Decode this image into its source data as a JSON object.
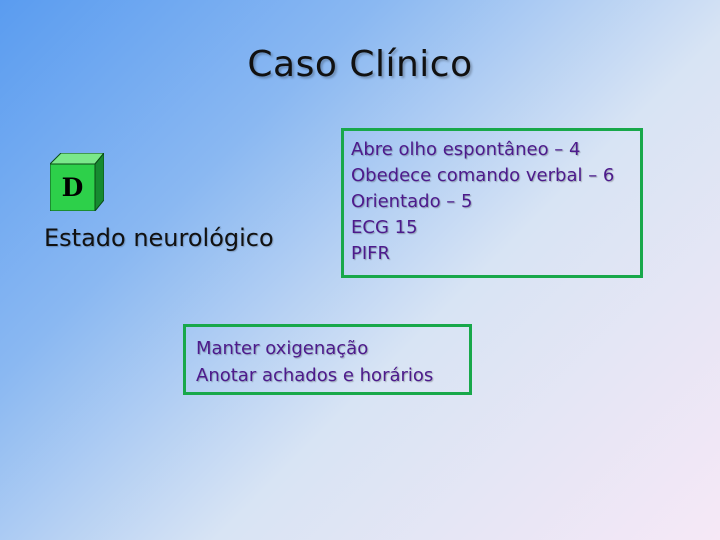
{
  "slide": {
    "title": "Caso Clínico",
    "cube_letter": "D",
    "subtitle": "Estado neurológico",
    "assessment_lines": [
      "Abre olho espontâneo – 4",
      "Obedece comando verbal – 6",
      "Orientado – 5",
      "ECG 15",
      "PIFR"
    ],
    "action_lines": [
      "Manter oxigenação",
      "Anotar achados e horários"
    ]
  },
  "colors": {
    "box_border": "#18a84a",
    "box_text": "#4d1a8c",
    "cube_front": "#2dd04a",
    "cube_top": "#7ae88a",
    "cube_side": "#168a30"
  }
}
